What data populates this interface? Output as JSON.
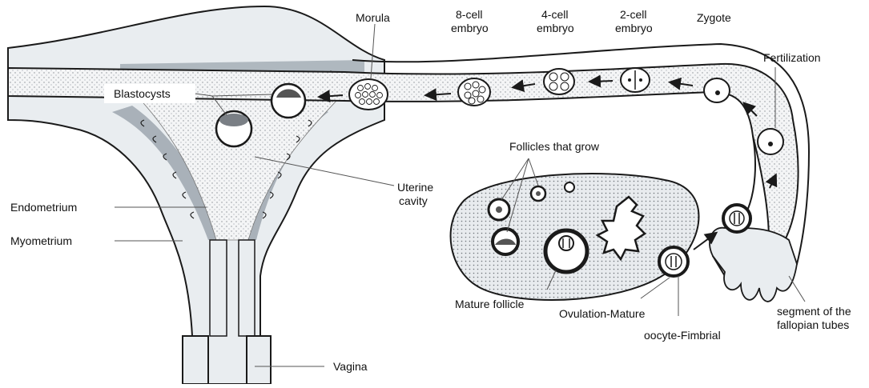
{
  "labels": {
    "morula": "Morula",
    "cell8_line1": "8-cell",
    "cell8_line2": "embryo",
    "cell4_line1": "4-cell",
    "cell4_line2": "embryo",
    "cell2_line1": "2-cell",
    "cell2_line2": "embryo",
    "zygote": "Zygote",
    "fertilization": "Fertilization",
    "blastocysts": "Blastocysts",
    "follicles_grow": "Follicles that grow",
    "uterine_line1": "Uterine",
    "uterine_line2": "cavity",
    "endometrium": "Endometrium",
    "myometrium": "Myometrium",
    "mature_follicle": "Mature follicle",
    "ovulation_mature": "Ovulation-Mature",
    "oocyte_fimbrial": "oocyte-Fimbrial",
    "segment_line1": "segment of the",
    "segment_line2": "fallopian tubes",
    "vagina": "Vagina"
  },
  "colors": {
    "outline": "#1a1a1a",
    "tissue": "#e9edf0",
    "endometrium": "#a9b1b9",
    "lumen": "#f6f7f8"
  }
}
